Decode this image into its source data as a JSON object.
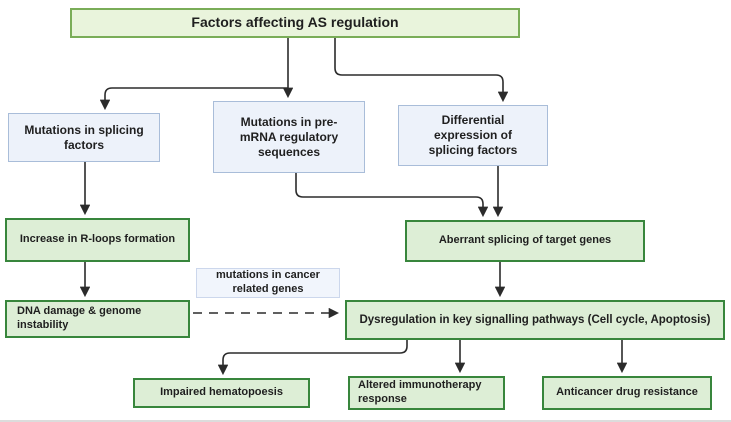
{
  "diagram": {
    "title": "Factors affecting AS regulation",
    "nodes": {
      "root": {
        "label": "Factors affecting AS regulation",
        "style": "green-top"
      },
      "splice_mut": {
        "label": "Mutations in splicing factors",
        "style": "blue"
      },
      "premrna": {
        "label": "Mutations in pre-mRNA regulatory sequences",
        "style": "blue"
      },
      "diffexp": {
        "label": "Differential expression of splicing factors",
        "style": "blue"
      },
      "rloops": {
        "label": "Increase in R-loops formation",
        "style": "green"
      },
      "aberrant": {
        "label": "Aberrant splicing of target genes",
        "style": "green"
      },
      "cancer_label": {
        "label": "mutations in cancer related genes",
        "style": "label"
      },
      "dna": {
        "label": "DNA damage & genome instability",
        "style": "green"
      },
      "dysreg": {
        "label": "Dysregulation in key signalling pathways (Cell cycle, Apoptosis)",
        "style": "green"
      },
      "impaired": {
        "label": "Impaired hematopoesis",
        "style": "green"
      },
      "altered": {
        "label": "Altered immunotherapy response",
        "style": "green"
      },
      "anticancer": {
        "label": "Anticancer drug resistance",
        "style": "green"
      }
    },
    "edges": [
      {
        "from": "root",
        "to": "splice_mut",
        "style": "solid"
      },
      {
        "from": "root",
        "to": "premrna",
        "style": "solid"
      },
      {
        "from": "root",
        "to": "diffexp",
        "style": "solid"
      },
      {
        "from": "splice_mut",
        "to": "rloops",
        "style": "solid"
      },
      {
        "from": "premrna",
        "to": "aberrant",
        "style": "solid"
      },
      {
        "from": "diffexp",
        "to": "aberrant",
        "style": "solid"
      },
      {
        "from": "rloops",
        "to": "dna",
        "style": "solid"
      },
      {
        "from": "aberrant",
        "to": "dysreg",
        "style": "solid"
      },
      {
        "from": "dna",
        "to": "dysreg",
        "style": "dashed",
        "label": "mutations in cancer related genes"
      },
      {
        "from": "dysreg",
        "to": "impaired",
        "style": "solid"
      },
      {
        "from": "dysreg",
        "to": "altered",
        "style": "solid"
      },
      {
        "from": "dysreg",
        "to": "anticancer",
        "style": "solid"
      }
    ],
    "colors": {
      "green_fill": "#ddeed6",
      "green_border": "#38863c",
      "green_top_fill": "#e9f4dc",
      "green_top_border": "#7aad58",
      "blue_fill": "#edf2fa",
      "blue_border": "#a9bdd9",
      "label_fill": "#f1f5fc",
      "label_border": "#ccd7ec",
      "arrow": "#2b2b2b",
      "text": "#1f1f1f"
    }
  }
}
